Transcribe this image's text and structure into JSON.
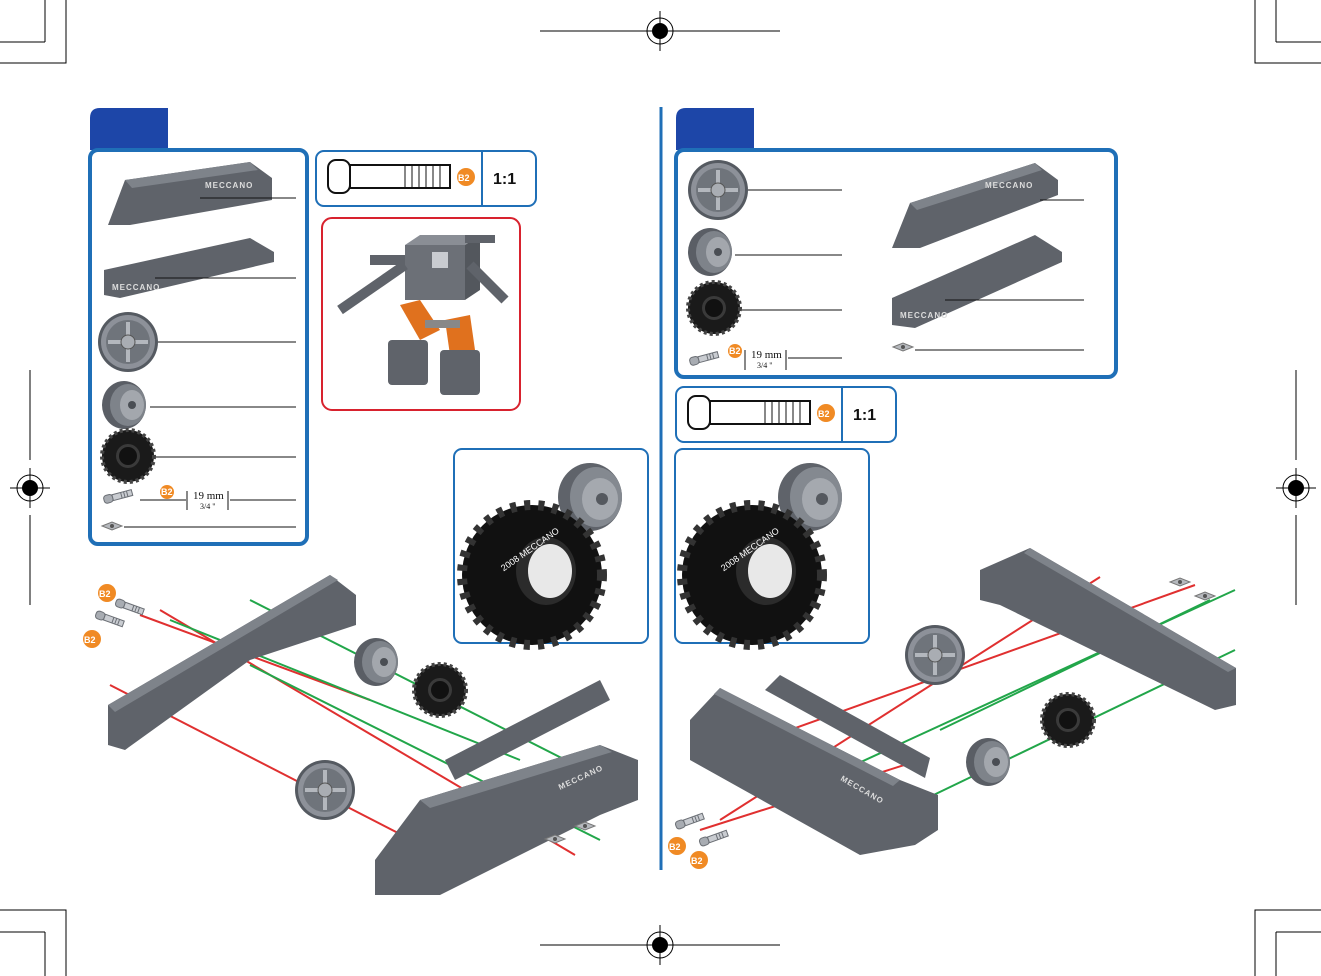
{
  "left_step": {
    "parts_list": [
      "plate-perforated",
      "plate-flat",
      "wheel",
      "hub",
      "tire",
      "bolt",
      "nut"
    ],
    "bolt_badge": "B2",
    "bolt_length_mm": "19 mm",
    "bolt_length_in": "3/4 \"",
    "scale_badge": "B2",
    "scale": "1:1",
    "assembly_badges": [
      "B2",
      "B2"
    ],
    "brand": "MECCANO"
  },
  "right_step": {
    "bolt_badge": "B2",
    "bolt_length_mm": "19 mm",
    "bolt_length_in": "3/4 \"",
    "scale_badge": "B2",
    "scale": "1:1",
    "assembly_badges": [
      "B2",
      "B2"
    ],
    "brand": "MECCANO"
  },
  "tire_text": "2008 MECCANO",
  "colors": {
    "frame_blue": "#1f6fb7",
    "tab_blue": "#1d46a8",
    "callout_red": "#d8222e",
    "badge_orange": "#f08a24",
    "line_red": "#e03030",
    "line_green": "#22a64a",
    "part_grey": "#5f636a"
  }
}
